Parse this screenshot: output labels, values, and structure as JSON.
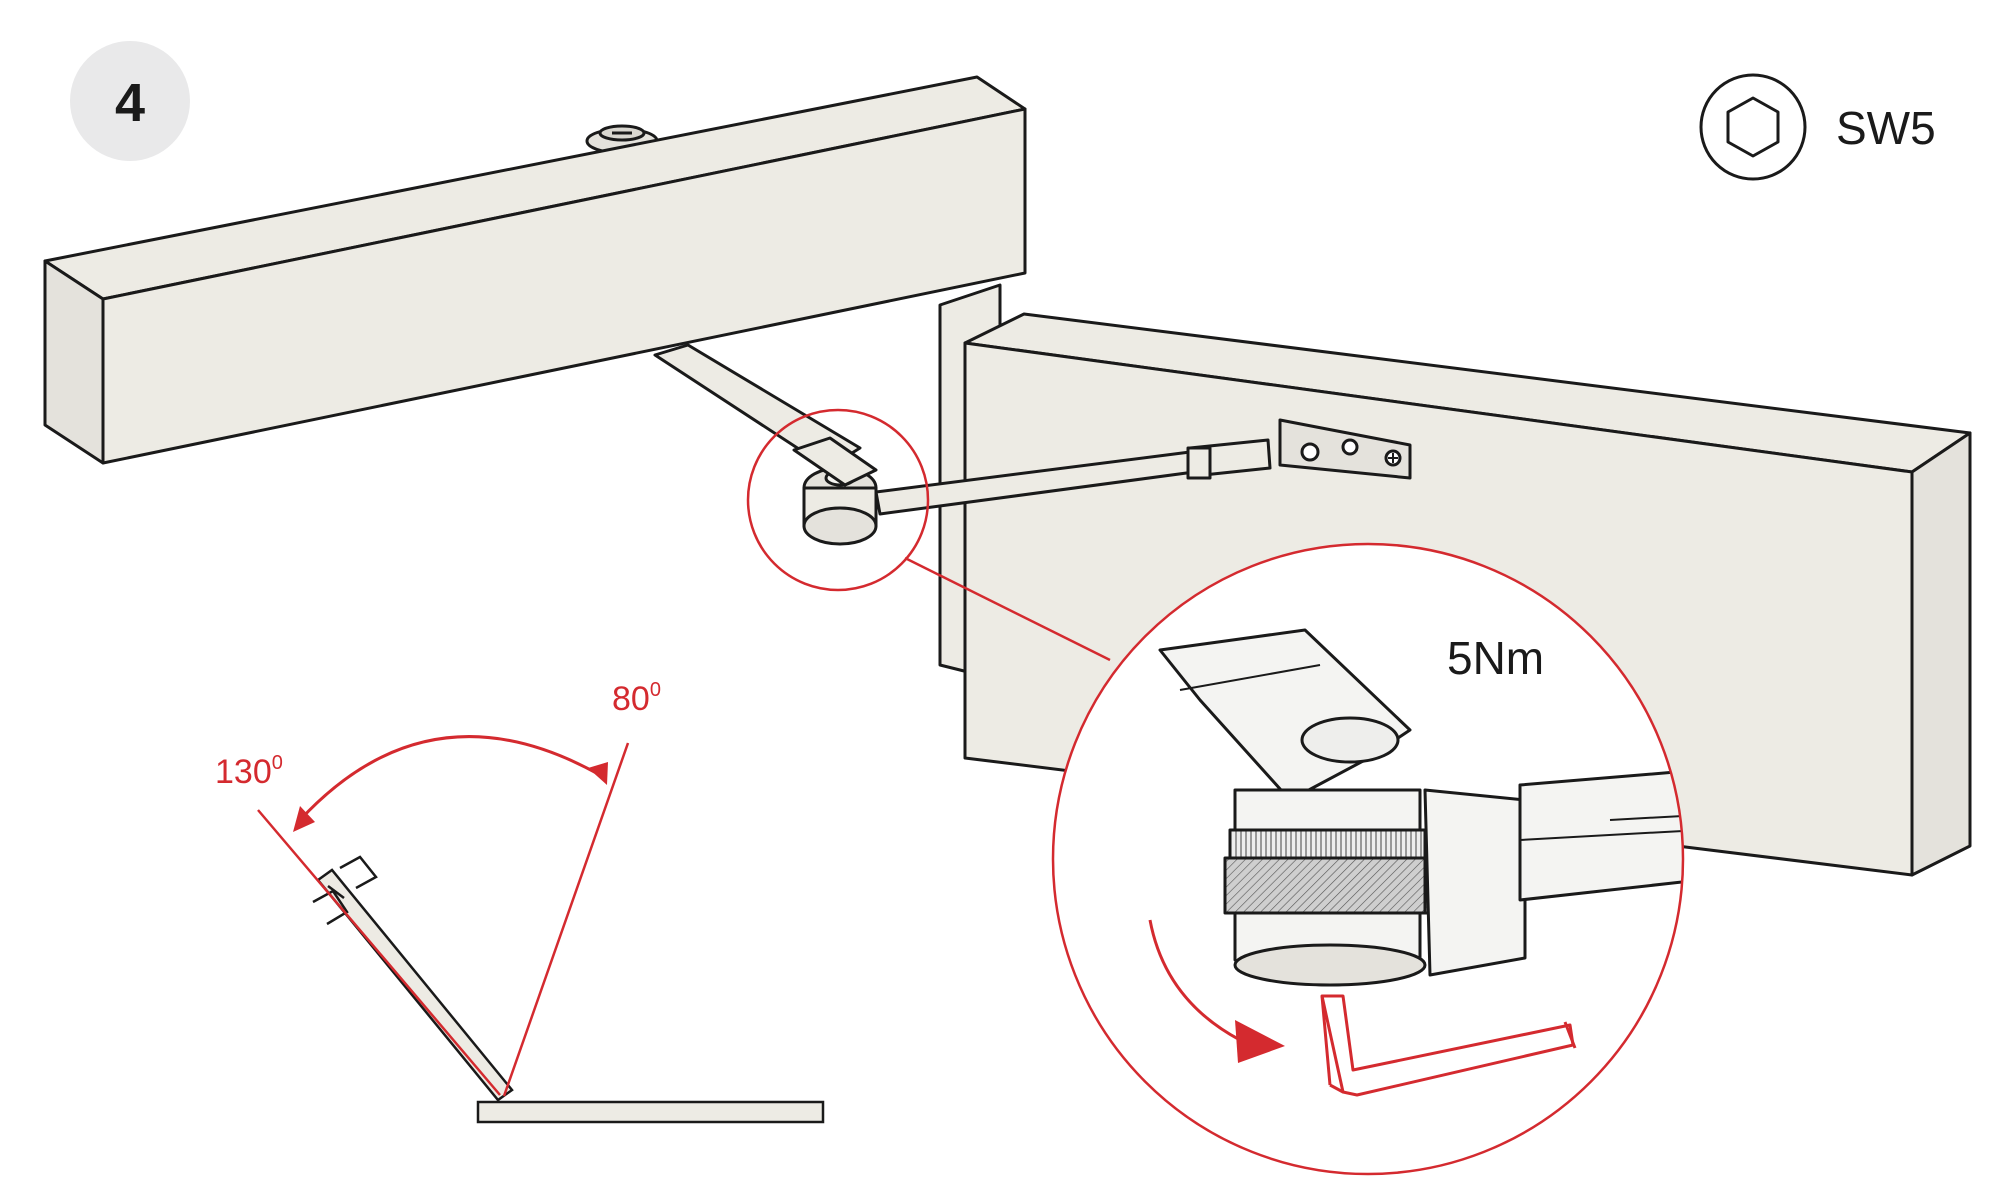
{
  "step": {
    "number": "4"
  },
  "tool": {
    "icon": "hex-key-icon",
    "size_label": "SW5"
  },
  "detail": {
    "torque_label": "5Nm"
  },
  "angles": {
    "open_label": "130",
    "open_unit": "0",
    "closed_label": "80",
    "closed_unit": "0"
  },
  "colors": {
    "accent": "#d42a2f",
    "wood": "#edebe4",
    "outline": "#1a1a1a",
    "step_badge": "#e9e9ea"
  }
}
